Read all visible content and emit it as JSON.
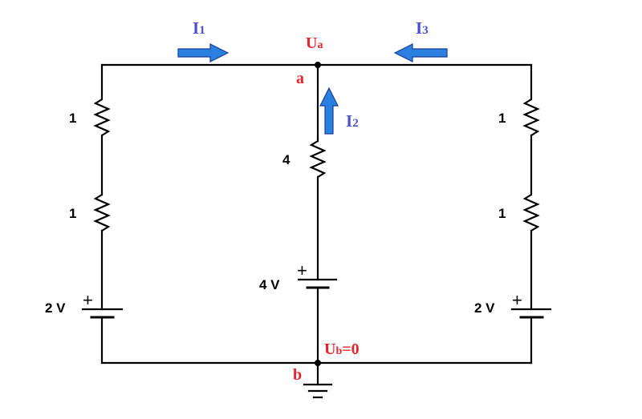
{
  "nodes": {
    "a": {
      "name": "a",
      "potential_main": "U",
      "potential_sub": "a"
    },
    "b": {
      "name": "b",
      "potential_main": "U",
      "potential_sub": "b",
      "potential_value": "=0"
    }
  },
  "currents": [
    {
      "main": "I",
      "sub": "1",
      "direction": "right"
    },
    {
      "main": "I",
      "sub": "2",
      "direction": "up"
    },
    {
      "main": "I",
      "sub": "3",
      "direction": "left"
    }
  ],
  "left_branch": {
    "r_top": "1",
    "r_bottom": "1",
    "source": "2 V",
    "plus": "+"
  },
  "middle_branch": {
    "r": "4",
    "source": "4 V",
    "plus": "+"
  },
  "right_branch": {
    "r_top": "1",
    "r_bottom": "1",
    "source": "2 V",
    "plus": "+"
  },
  "colors": {
    "node_label": "#e8242b",
    "current_label": "#4a4ed1",
    "arrow_fill": "#2a7fe0",
    "wire": "#000000"
  }
}
